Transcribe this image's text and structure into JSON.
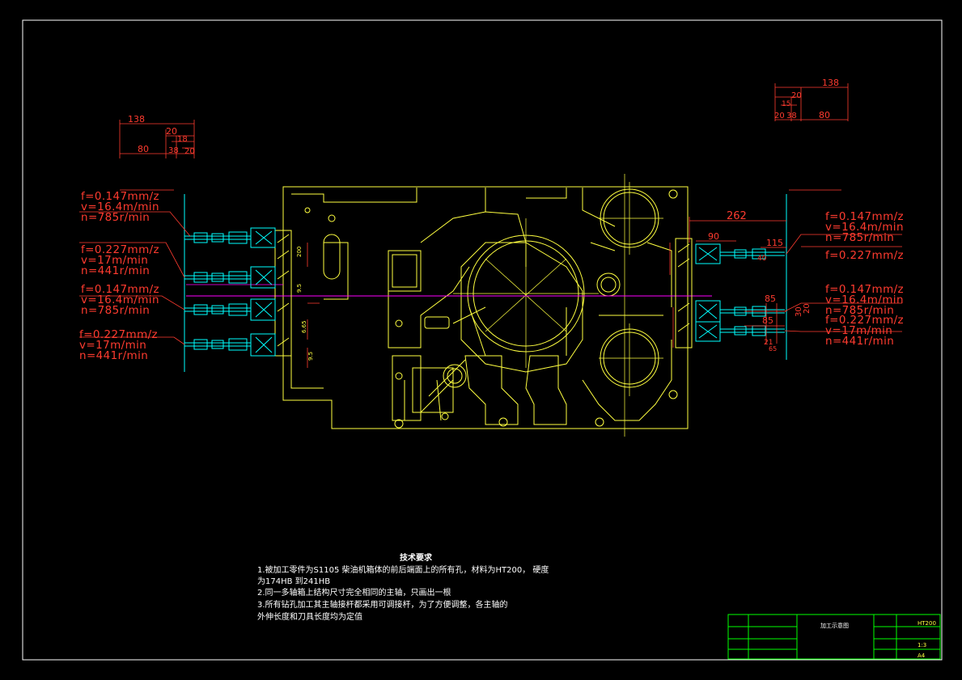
{
  "drawing": {
    "colors": {
      "background": "#000000",
      "part_outline": "#ffff40",
      "dimension": "#ff3b2f",
      "tool": "#00ffff",
      "frame": "#ffffff",
      "title_block": "#00ff00",
      "centerline": "#ff00ff"
    },
    "left_dim": {
      "total": "138",
      "a": "20",
      "b": "18",
      "c": "80",
      "d": "38",
      "e": "20"
    },
    "right_dim": {
      "total": "138",
      "a": "20",
      "b": "15",
      "c": "20",
      "d": "38",
      "e": "80"
    },
    "left_cutting": [
      {
        "f": "f=0.147mm/z",
        "v": "v=16.4m/min",
        "n": "n=785r/min"
      },
      {
        "f": "f=0.227mm/z",
        "v": "v=17m/min",
        "n": "n=441r/min"
      },
      {
        "f": "f=0.147mm/z",
        "v": "v=16.4m/min",
        "n": "n=785r/min"
      },
      {
        "f": "f=0.227mm/z",
        "v": "v=17m/min",
        "n": "n=441r/min"
      }
    ],
    "right_cutting": [
      {
        "f": "f=0.147mm/z",
        "v": "v=16.4m/min",
        "n": "n=785r/min"
      },
      {
        "f": "f=0.227mm/z"
      },
      {
        "f": "f=0.147mm/z",
        "v": "v=16.4m/min",
        "n": "n=785r/min"
      },
      {
        "f": "f=0.227mm/z",
        "v": "v=17m/min",
        "n": "n=441r/min"
      }
    ],
    "right_dims": {
      "d262": "262",
      "d90": "90",
      "d115": "115",
      "d40": "40",
      "d85a": "85",
      "d85b": "85",
      "d30": "30",
      "d20": "20",
      "d21": "21",
      "d65": "65"
    },
    "left_small_dims": {
      "a": "200",
      "b": "9.5",
      "c": "6.65",
      "d": "9.5"
    }
  },
  "tech_requirements": {
    "title": "技术要求",
    "lines": [
      "1.被加工零件为S1105 柴油机箱体的前后端面上的所有孔，材料为HT200， 硬度",
      "为174HB 到241HB",
      "2.同一多轴箱上结构尺寸完全相同的主轴，只画出一根",
      "3.所有钻孔加工其主轴接杆都采用可调接杆，为了方便调整，各主轴的",
      "外伸长度和刀具长度均为定值"
    ]
  },
  "title_block": {
    "title": "加工示意图",
    "material": "HT200",
    "scale": "1:3",
    "size": "A4"
  }
}
